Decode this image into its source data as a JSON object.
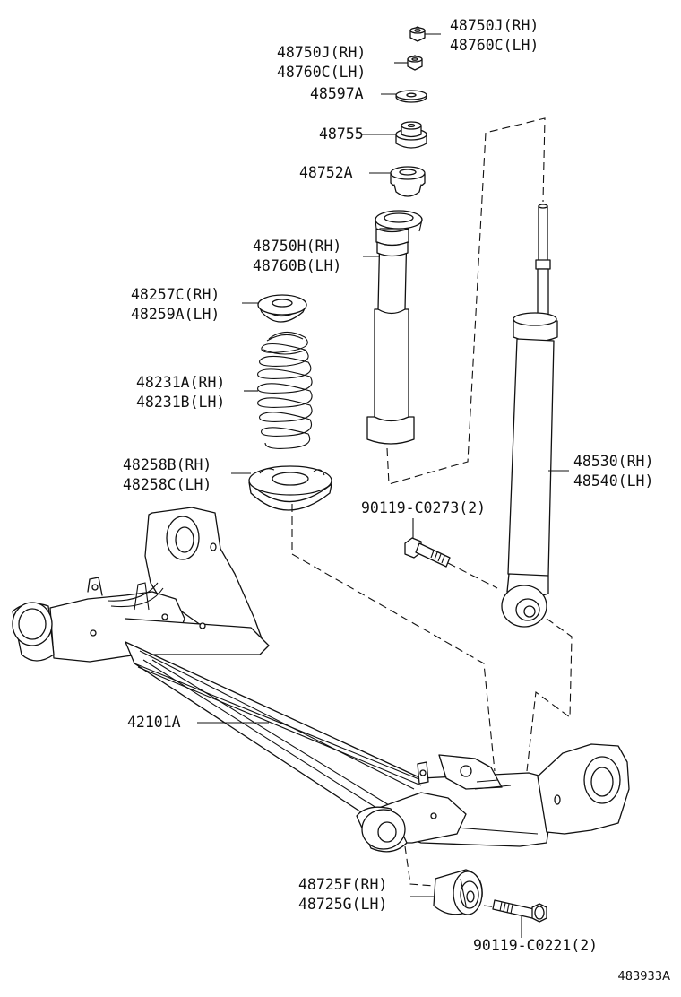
{
  "parts": {
    "p48750J_top": {
      "line1": "48750J(RH)",
      "line2": "48760C(LH)"
    },
    "p48750J_second": {
      "line1": "48750J(RH)",
      "line2": "48760C(LH)"
    },
    "p48597A": {
      "line1": "48597A"
    },
    "p48755": {
      "line1": "48755"
    },
    "p48752A": {
      "line1": "48752A"
    },
    "p48750H": {
      "line1": "48750H(RH)",
      "line2": "48760B(LH)"
    },
    "p48257C": {
      "line1": "48257C(RH)",
      "line2": "48259A(LH)"
    },
    "p48231A": {
      "line1": "48231A(RH)",
      "line2": "48231B(LH)"
    },
    "p48258B": {
      "line1": "48258B(RH)",
      "line2": "48258C(LH)"
    },
    "p48530": {
      "line1": "48530(RH)",
      "line2": "48540(LH)"
    },
    "p90119_0273": {
      "line1": "90119-C0273(2)"
    },
    "p42101A": {
      "line1": "42101A"
    },
    "p48725F": {
      "line1": "48725F(RH)",
      "line2": "48725G(LH)"
    },
    "p90119_0221": {
      "line1": "90119-C0221(2)"
    }
  },
  "reference_code": "483933A"
}
